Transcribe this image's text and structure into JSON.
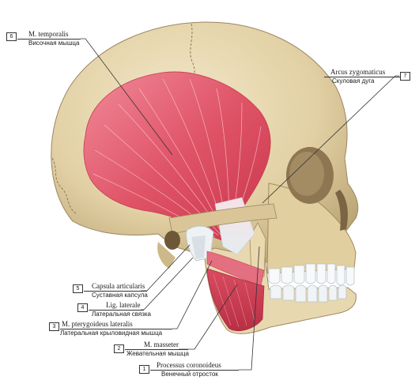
{
  "labels": [
    {
      "number": "6",
      "latin": "M. temporalis",
      "russian": "Височная мышца"
    },
    {
      "number": "7",
      "latin": "Arcus zygomaticus",
      "russian": "Скуловая дуга"
    },
    {
      "number": "5",
      "latin": "Capsula articularis",
      "russian": "Суставная капсула"
    },
    {
      "number": "4",
      "latin": "Lig. laterale",
      "russian": "Латеральная связка"
    },
    {
      "number": "3",
      "latin": "M. pterygoideus lateralis",
      "russian": "Латеральная крыловидная мышца"
    },
    {
      "number": "2",
      "latin": "M. masseter",
      "russian": "Жевательная мышца"
    },
    {
      "number": "1",
      "latin": "Processus coronoideus",
      "russian": "Венечный отросток"
    }
  ],
  "colors": {
    "bone": "#e6d6ae",
    "bone_shadow": "#b59f72",
    "muscle": "#e05468",
    "muscle_light": "#f1a2ad",
    "tendon": "#e9eef2",
    "teeth": "#f7f9fb",
    "leader": "#333333"
  }
}
